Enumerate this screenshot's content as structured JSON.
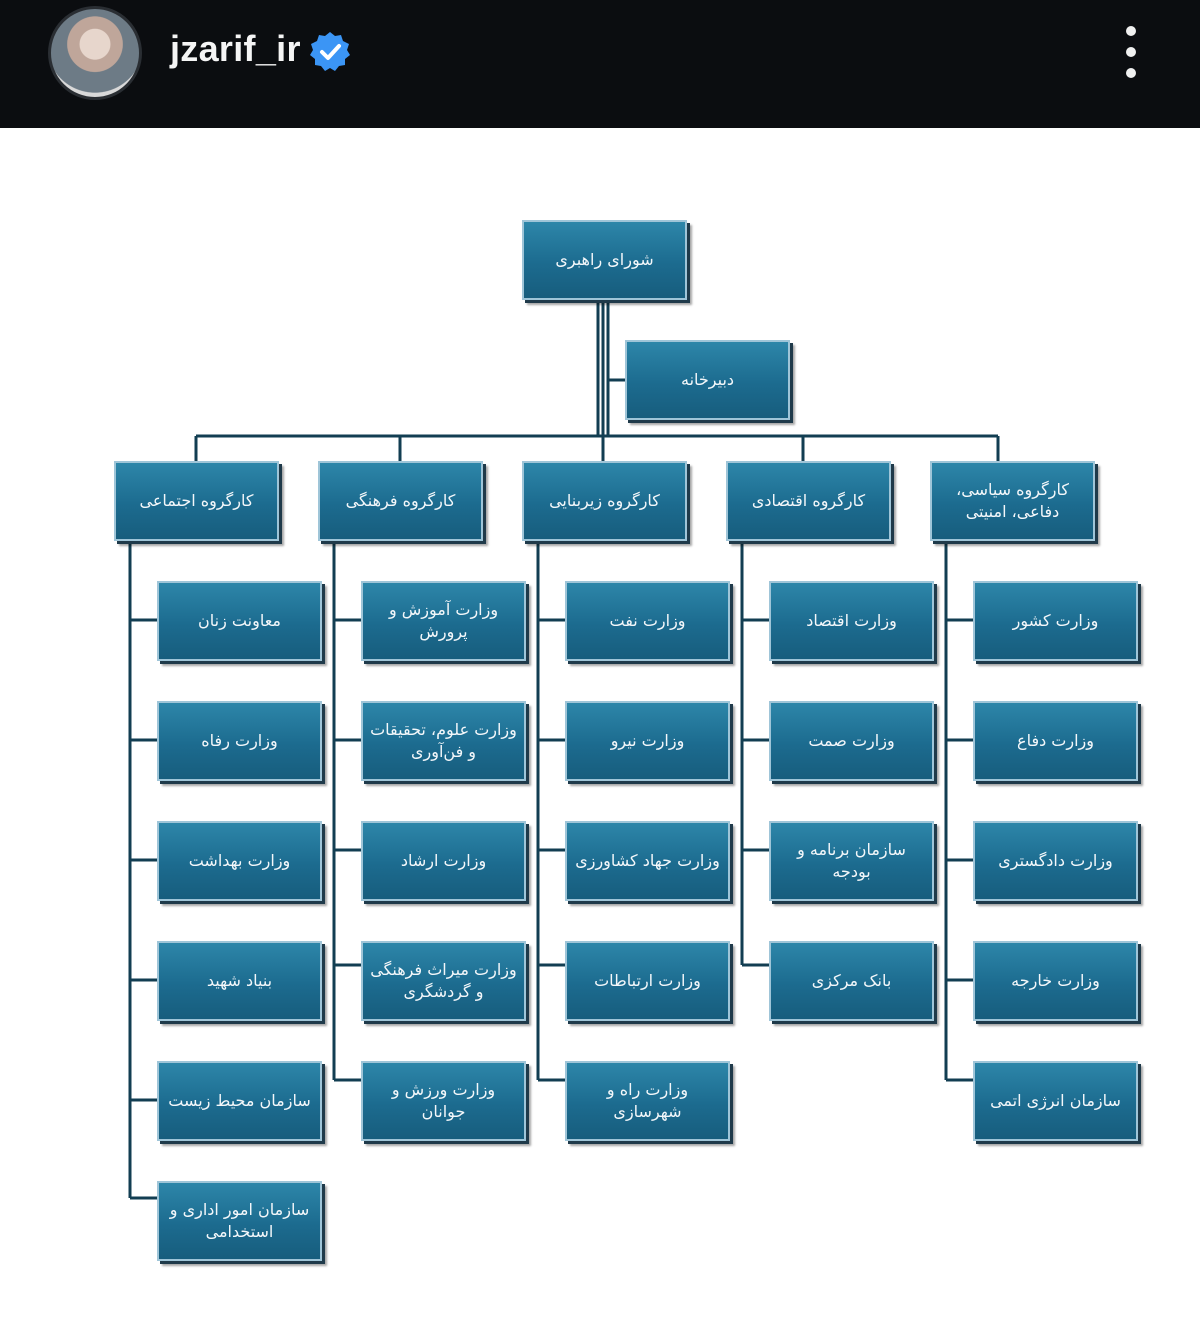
{
  "profile": {
    "username": "jzarif_ir",
    "verified_color": "#3b95f5"
  },
  "chart": {
    "root": "شورای راهبری",
    "secretariat": "دبیرخانه",
    "groups": [
      {
        "title": "کارگروه اجتماعی",
        "items": [
          "معاونت زنان",
          "وزارت رفاه",
          "وزارت بهداشت",
          "بنیاد شهید",
          "سازمان محیط زیست",
          "سازمان امور اداری و استخدامی"
        ]
      },
      {
        "title": "کارگروه فرهنگی",
        "items": [
          "وزارت آموزش و پرورش",
          "وزارت علوم، تحقیقات و فن‌آوری",
          "وزارت ارشاد",
          "وزارت میراث فرهنگی و گردشگری",
          "وزارت ورزش و جوانان"
        ]
      },
      {
        "title": "کارگروه زیربنایی",
        "items": [
          "وزارت نفت",
          "وزارت نیرو",
          "وزارت جهاد کشاورزی",
          "وزارت ارتباطات",
          "وزارت راه و شهرسازی"
        ]
      },
      {
        "title": "کارگروه اقتصادی",
        "items": [
          "وزارت اقتصاد",
          "وزارت صمت",
          "سازمان برنامه و بودجه",
          "بانک مرکزی"
        ]
      },
      {
        "title": "کارگروه سیاسی، دفاعی، امنیتی",
        "items": [
          "وزارت کشور",
          "وزارت دفاع",
          "وزارت دادگستری",
          "وزارت خارجه",
          "سازمان انرژی اتمی"
        ]
      }
    ]
  }
}
